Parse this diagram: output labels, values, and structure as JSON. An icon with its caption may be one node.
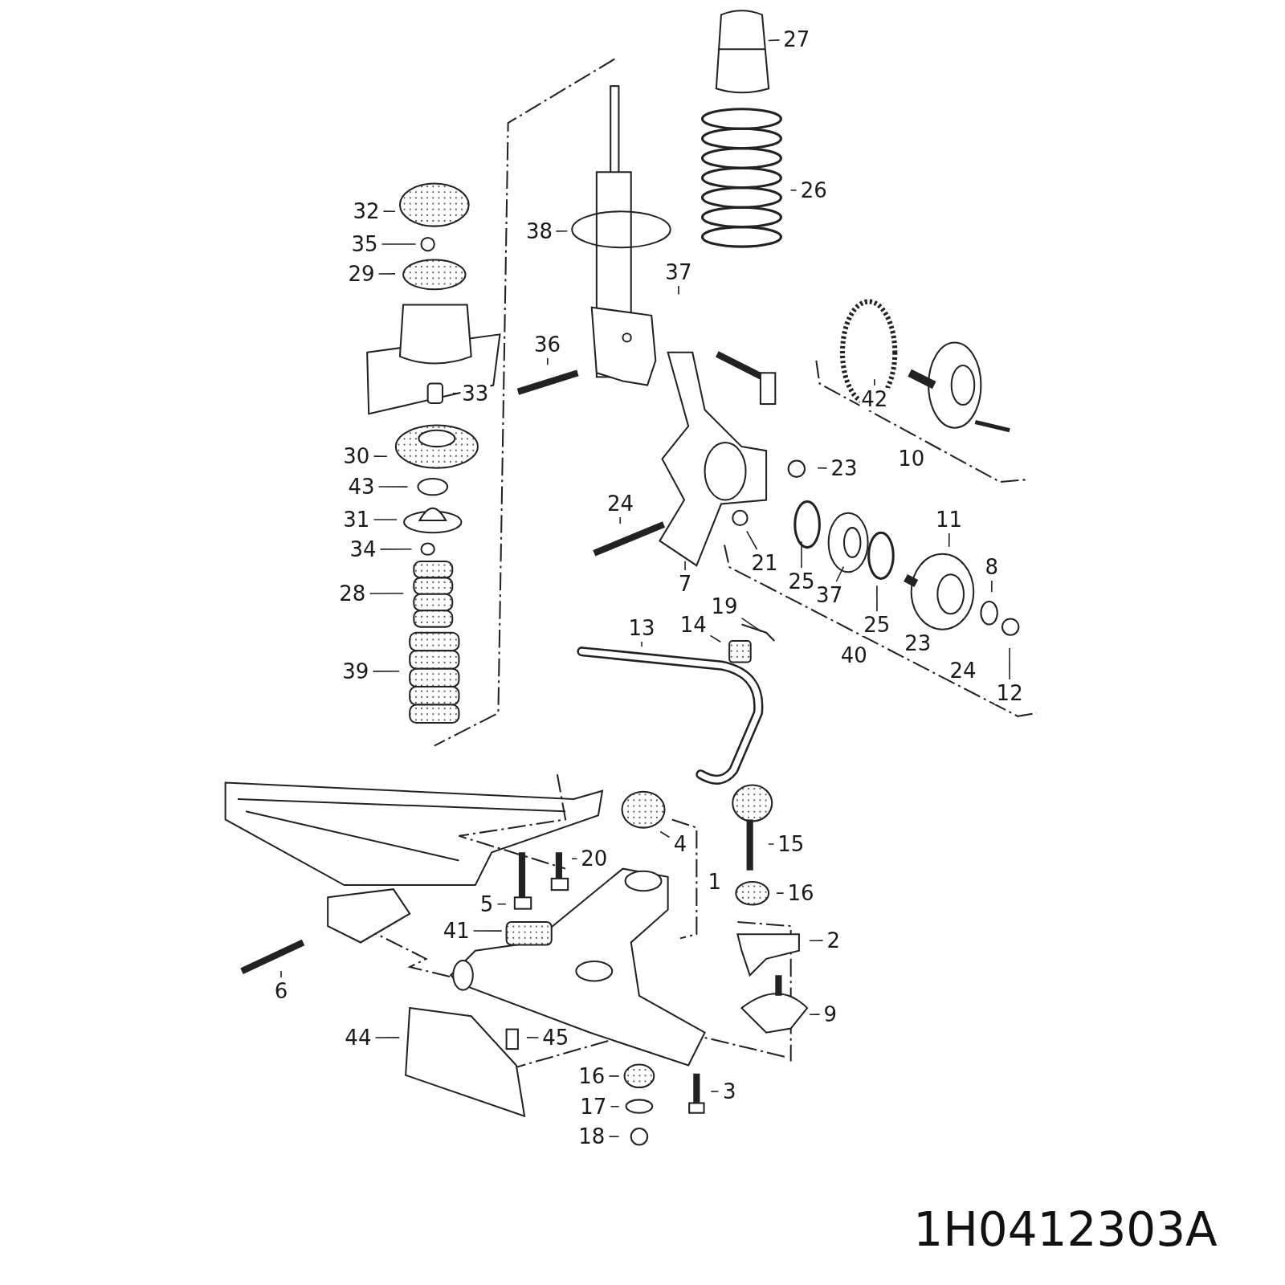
{
  "diagram": {
    "nodes": [
      {
        "text": [
          "27"
        ]
      },
      {
        "text": [
          "26"
        ]
      },
      {
        "text": [
          "32"
        ]
      },
      {
        "text": [
          "38"
        ]
      },
      {
        "text": [
          "35"
        ]
      },
      {
        "text": [
          "29"
        ]
      },
      {
        "text": [
          "37"
        ]
      },
      {
        "text": [
          "36"
        ]
      },
      {
        "text": [
          "33"
        ]
      },
      {
        "text": [
          "42"
        ]
      },
      {
        "text": [
          "30"
        ]
      },
      {
        "text": [
          "23"
        ]
      },
      {
        "text": [
          "43"
        ]
      },
      {
        "text": [
          "24"
        ]
      },
      {
        "text": [
          "31"
        ]
      },
      {
        "text": [
          "11"
        ]
      },
      {
        "text": [
          "21"
        ]
      },
      {
        "text": [
          "34"
        ]
      },
      {
        "text": [
          "8"
        ]
      },
      {
        "text": [
          "25"
        ]
      },
      {
        "text": [
          "7"
        ]
      },
      {
        "text": [
          "37"
        ]
      },
      {
        "text": [
          "28"
        ]
      },
      {
        "text": [
          "19"
        ]
      },
      {
        "text": [
          "25"
        ]
      },
      {
        "text": [
          "14"
        ]
      },
      {
        "text": [
          "13"
        ]
      },
      {
        "text": [
          "12"
        ]
      },
      {
        "text": [
          "39"
        ]
      },
      {
        "text": [
          "4"
        ]
      },
      {
        "text": [
          "15"
        ]
      },
      {
        "text": [
          "20"
        ]
      },
      {
        "text": [
          "16"
        ]
      },
      {
        "text": [
          "5"
        ]
      },
      {
        "text": [
          "41"
        ]
      },
      {
        "text": [
          "2"
        ]
      },
      {
        "text": [
          "6"
        ]
      },
      {
        "text": [
          "9"
        ]
      },
      {
        "text": [
          "44"
        ]
      },
      {
        "text": [
          "45"
        ]
      },
      {
        "text": [
          "16"
        ]
      },
      {
        "text": [
          "3"
        ]
      },
      {
        "text": [
          "17"
        ]
      },
      {
        "text": [
          "18"
        ]
      }
    ],
    "edges": [
      {
        "from": 0,
        "to": null,
        "arrow": "none"
      },
      {
        "from": 1,
        "to": null,
        "arrow": "none"
      },
      {
        "from": 2,
        "to": null,
        "arrow": "none"
      },
      {
        "from": 3,
        "to": null,
        "arrow": "none"
      },
      {
        "from": 4,
        "to": null,
        "arrow": "none"
      },
      {
        "from": 5,
        "to": null,
        "arrow": "none"
      },
      {
        "from": 6,
        "to": null,
        "arrow": "none"
      },
      {
        "from": 7,
        "to": null,
        "arrow": "none"
      },
      {
        "from": 8,
        "to": null,
        "arrow": "none"
      },
      {
        "from": 9,
        "to": null,
        "arrow": "none"
      },
      {
        "from": 10,
        "to": null,
        "arrow": "none"
      },
      {
        "from": 11,
        "to": null,
        "arrow": "none"
      },
      {
        "from": 12,
        "to": null,
        "arrow": "none"
      },
      {
        "from": 13,
        "to": null,
        "arrow": "none"
      },
      {
        "from": 14,
        "to": null,
        "arrow": "none"
      },
      {
        "from": 15,
        "to": null,
        "arrow": "none"
      },
      {
        "from": 16,
        "to": null,
        "arrow": "none"
      },
      {
        "from": 17,
        "to": null,
        "arrow": "none"
      },
      {
        "from": 18,
        "to": null,
        "arrow": "none"
      },
      {
        "from": 19,
        "to": null,
        "arrow": "none"
      },
      {
        "from": 20,
        "to": null,
        "arrow": "none"
      },
      {
        "from": 21,
        "to": null,
        "arrow": "none"
      },
      {
        "from": 22,
        "to": null,
        "arrow": "none"
      },
      {
        "from": 23,
        "to": null,
        "arrow": "none"
      },
      {
        "from": 24,
        "to": null,
        "arrow": "none"
      },
      {
        "from": 25,
        "to": null,
        "arrow": "none"
      },
      {
        "from": 26,
        "to": null,
        "arrow": "none"
      },
      {
        "from": 27,
        "to": null,
        "arrow": "none"
      },
      {
        "from": 28,
        "to": null,
        "arrow": "none"
      },
      {
        "from": 29,
        "to": null,
        "arrow": "none"
      },
      {
        "from": 30,
        "to": null,
        "arrow": "none"
      },
      {
        "from": 31,
        "to": null,
        "arrow": "none"
      },
      {
        "from": 32,
        "to": null,
        "arrow": "none"
      },
      {
        "from": 33,
        "to": null,
        "arrow": "none"
      },
      {
        "from": 34,
        "to": null,
        "arrow": "none"
      },
      {
        "from": 35,
        "to": null,
        "arrow": "none"
      },
      {
        "from": 36,
        "to": null,
        "arrow": "none"
      },
      {
        "from": 37,
        "to": null,
        "arrow": "none"
      },
      {
        "from": 38,
        "to": null,
        "arrow": "none"
      },
      {
        "from": 39,
        "to": null,
        "arrow": "none"
      },
      {
        "from": 40,
        "to": null,
        "arrow": "none"
      },
      {
        "from": 41,
        "to": null,
        "arrow": "none"
      },
      {
        "from": 42,
        "to": null,
        "arrow": "none"
      },
      {
        "from": 43,
        "to": null,
        "arrow": "none"
      }
    ],
    "labels": [
      "10",
      "40",
      "23",
      "24",
      "1",
      "1H0412303A"
    ]
  }
}
